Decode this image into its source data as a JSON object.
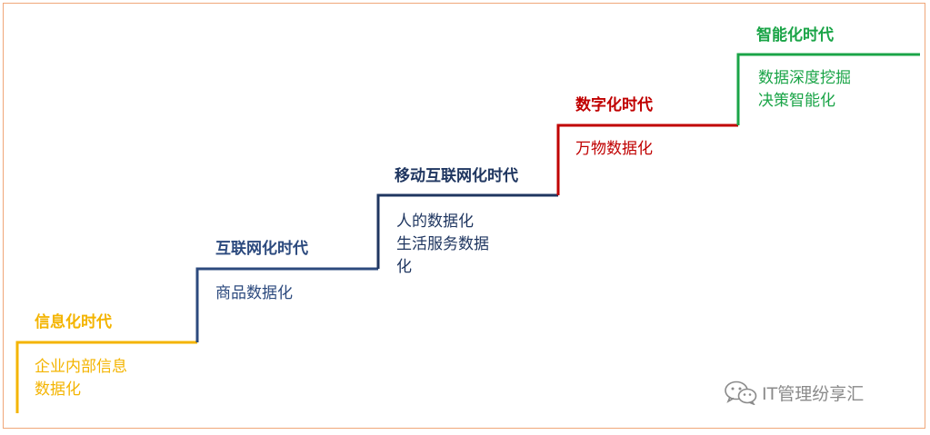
{
  "colors": {
    "era1": "#f4b400",
    "era2": "#2c4a7e",
    "era3": "#1f3660",
    "era4": "#c00000",
    "era5": "#1aa447",
    "frame": "#f0a779",
    "watermark": "#8a8a8a"
  },
  "eras": [
    {
      "title": "信息化时代",
      "desc": "企业内部信息\n数据化"
    },
    {
      "title": "互联网化时代",
      "desc": "商品数据化"
    },
    {
      "title": "移动互联网化时代",
      "desc": "人的数据化\n生活服务数据\n化"
    },
    {
      "title": "数字化时代",
      "desc": "万物数据化"
    },
    {
      "title": "智能化时代",
      "desc": "数据深度挖掘\n决策智能化"
    }
  ],
  "watermark": {
    "icon": "wechat-icon",
    "text": "IT管理纷享汇"
  }
}
